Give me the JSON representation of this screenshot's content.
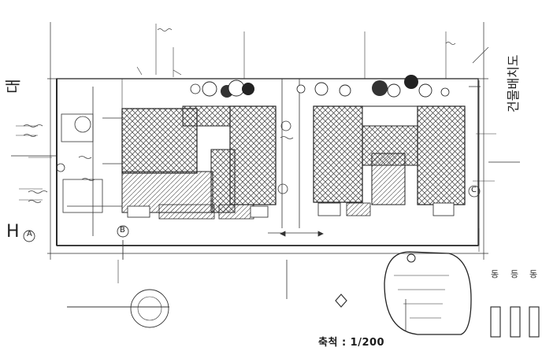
{
  "drawing": {
    "scale_label": "축척 : 1/200",
    "right_title": "건물배치도",
    "legend_lines": [
      "동",
      "등",
      "동"
    ],
    "edge_letters": [
      "대",
      "H"
    ],
    "annotations": [
      "A",
      "B",
      "C"
    ],
    "colors": {
      "ink": "#2b2b2b",
      "paper": "#ffffff",
      "hatch": "#3a3a3a"
    }
  }
}
